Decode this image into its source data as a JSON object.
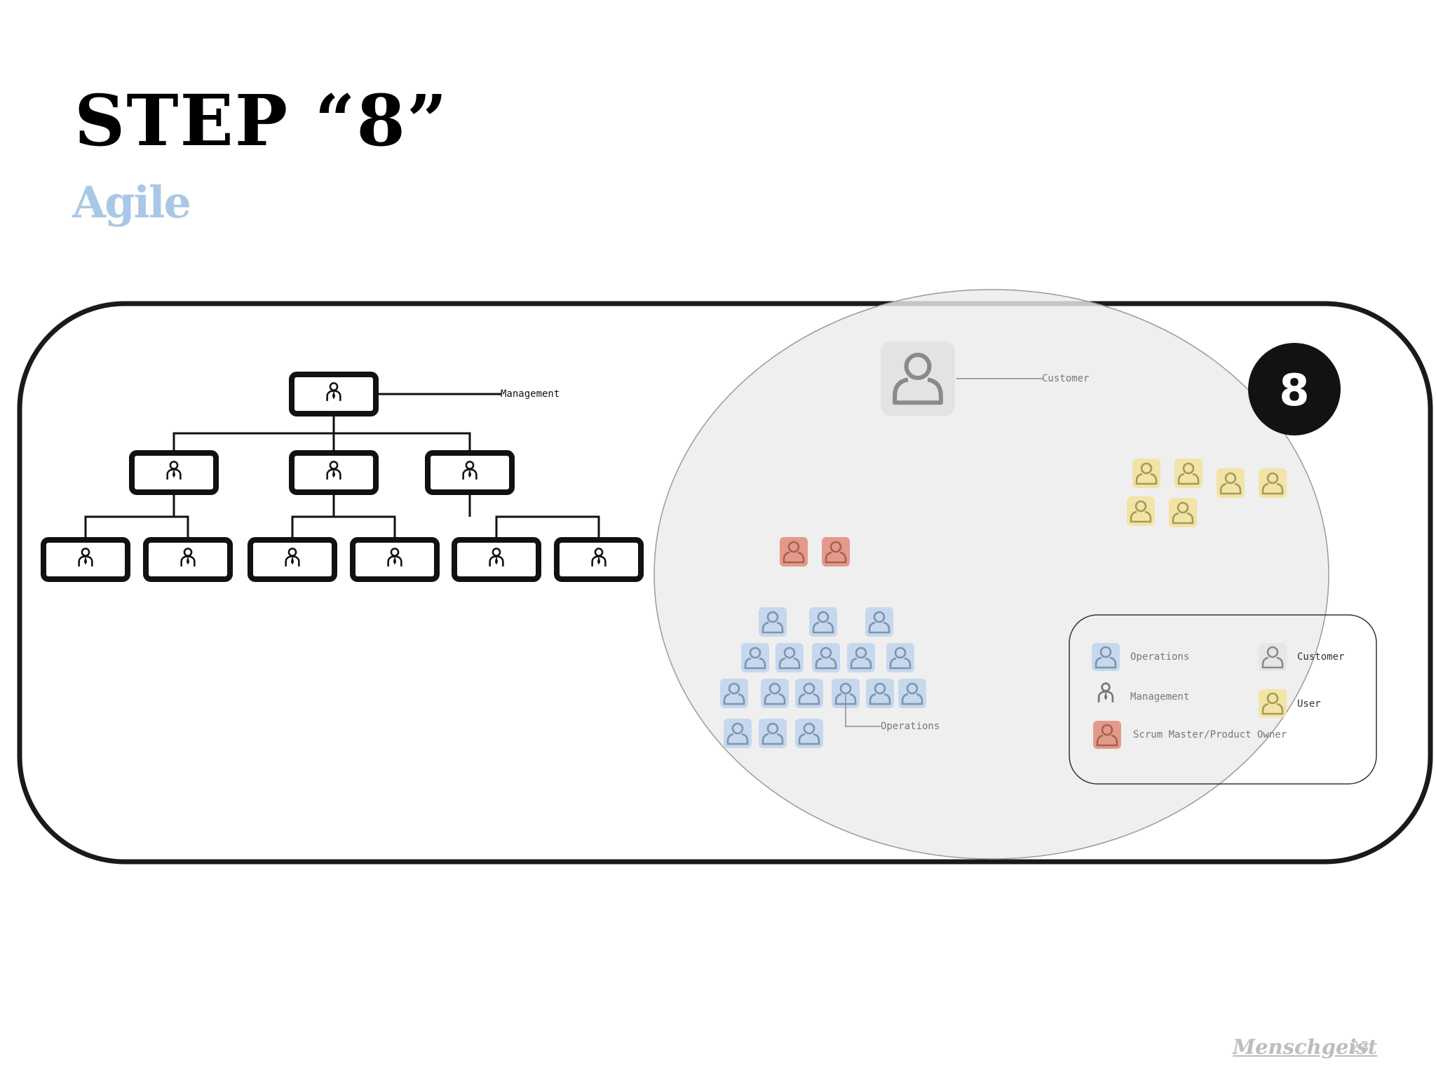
{
  "header": {
    "title": "STEP “8”",
    "subtitle": "Agile",
    "subtitle_color": "#a9c8e6"
  },
  "diagram": {
    "step_badge": "8",
    "labels": {
      "management": "Management",
      "customer": "Customer",
      "operations": "Operations"
    },
    "groups": {
      "management_boxes": 10,
      "customer_icons": 1,
      "user_icons": 6,
      "scrum_master_icons": 2,
      "operations_icons": 17
    },
    "colors": {
      "operations": "#c6d8ee",
      "user": "#f1e4a6",
      "scrum_master": "#e49a8a",
      "customer": "#e6e6e6",
      "overlay": "#ececec"
    }
  },
  "legend": {
    "items": [
      {
        "label": "Operations",
        "icon": "operations-icon"
      },
      {
        "label": "Customer",
        "icon": "customer-icon"
      },
      {
        "label": "Management",
        "icon": "management-icon"
      },
      {
        "label": "User",
        "icon": "user-icon"
      },
      {
        "label": "Scrum Master/Product Owner",
        "icon": "scrum-master-icon"
      }
    ]
  },
  "footer": {
    "brand": "Menschgeist",
    "page_number": "23"
  }
}
